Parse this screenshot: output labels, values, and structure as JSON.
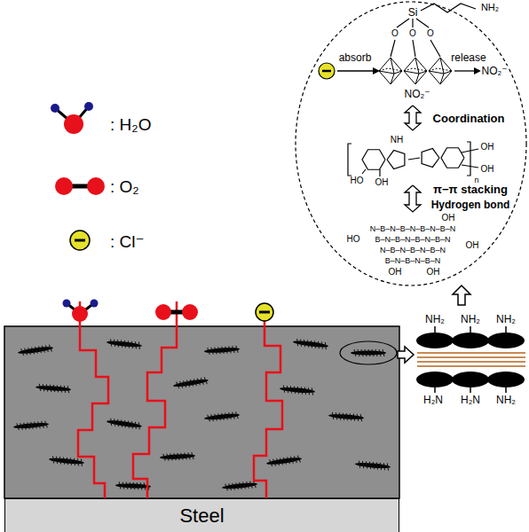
{
  "diagram": {
    "nodes": [
      {
        "text": [
          "Steel"
        ]
      }
    ],
    "labels": [
      "Si",
      "NH₂",
      "O",
      "O",
      "O",
      "absorb",
      "release",
      "NO₂⁻",
      "NO₂⁻",
      "Coordination",
      "NH",
      "n",
      "HO",
      "OH",
      "OH",
      "OH",
      "π−π stacking",
      "Hydrogen bond",
      "OH",
      "N–B–N–B–N–B–N–B–N",
      "B–N–B–N–B–N–B–N",
      "N–B–N–B–N–B–N",
      "B–N–B–N–B–N",
      "HO",
      "OH",
      "OH",
      "OH",
      "NH₂",
      "NH₂",
      "NH₂",
      "H₂N",
      "H₂N",
      "NH₂"
    ],
    "legend": [
      {
        "text": ": H₂O"
      },
      {
        "text": ": O₂"
      },
      {
        "text": ": Cl⁻"
      }
    ]
  }
}
